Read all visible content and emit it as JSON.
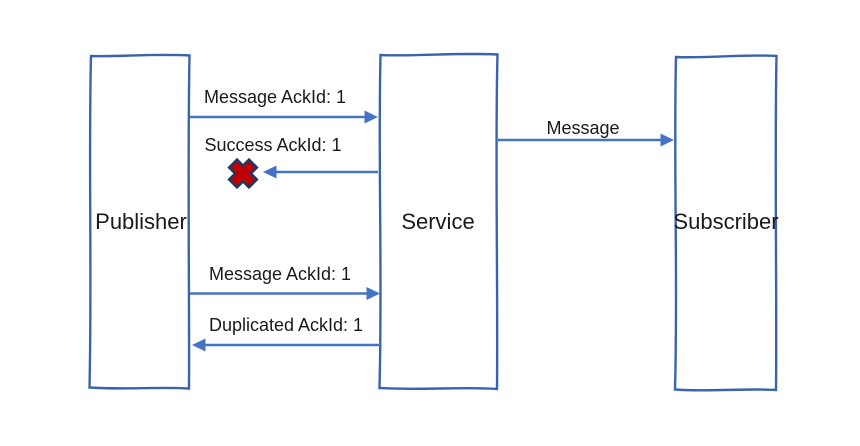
{
  "colors": {
    "accent": "#4472c4",
    "box_stroke": "#3a63ad",
    "cross_fill": "#c00000",
    "cross_stroke": "#1f3864",
    "text": "#1a1a1a",
    "background": "#ffffff"
  },
  "diagram": {
    "type": "sequence-diagram",
    "actors": [
      {
        "label": "Publisher"
      },
      {
        "label": "Service"
      },
      {
        "label": "Subscriber"
      }
    ],
    "messages": [
      {
        "label": "Message AckId: 1",
        "from": "Publisher",
        "to": "Service",
        "direction": "right",
        "status": "delivered"
      },
      {
        "label": "Success AckId: 1",
        "from": "Service",
        "to": "Publisher",
        "direction": "left",
        "status": "dropped",
        "icon": "error-cross-icon"
      },
      {
        "label": "Message",
        "from": "Service",
        "to": "Subscriber",
        "direction": "right",
        "status": "delivered"
      },
      {
        "label": "Message AckId: 1",
        "from": "Publisher",
        "to": "Service",
        "direction": "right",
        "status": "delivered"
      },
      {
        "label": "Duplicated AckId: 1",
        "from": "Service",
        "to": "Publisher",
        "direction": "left",
        "status": "delivered"
      }
    ]
  }
}
